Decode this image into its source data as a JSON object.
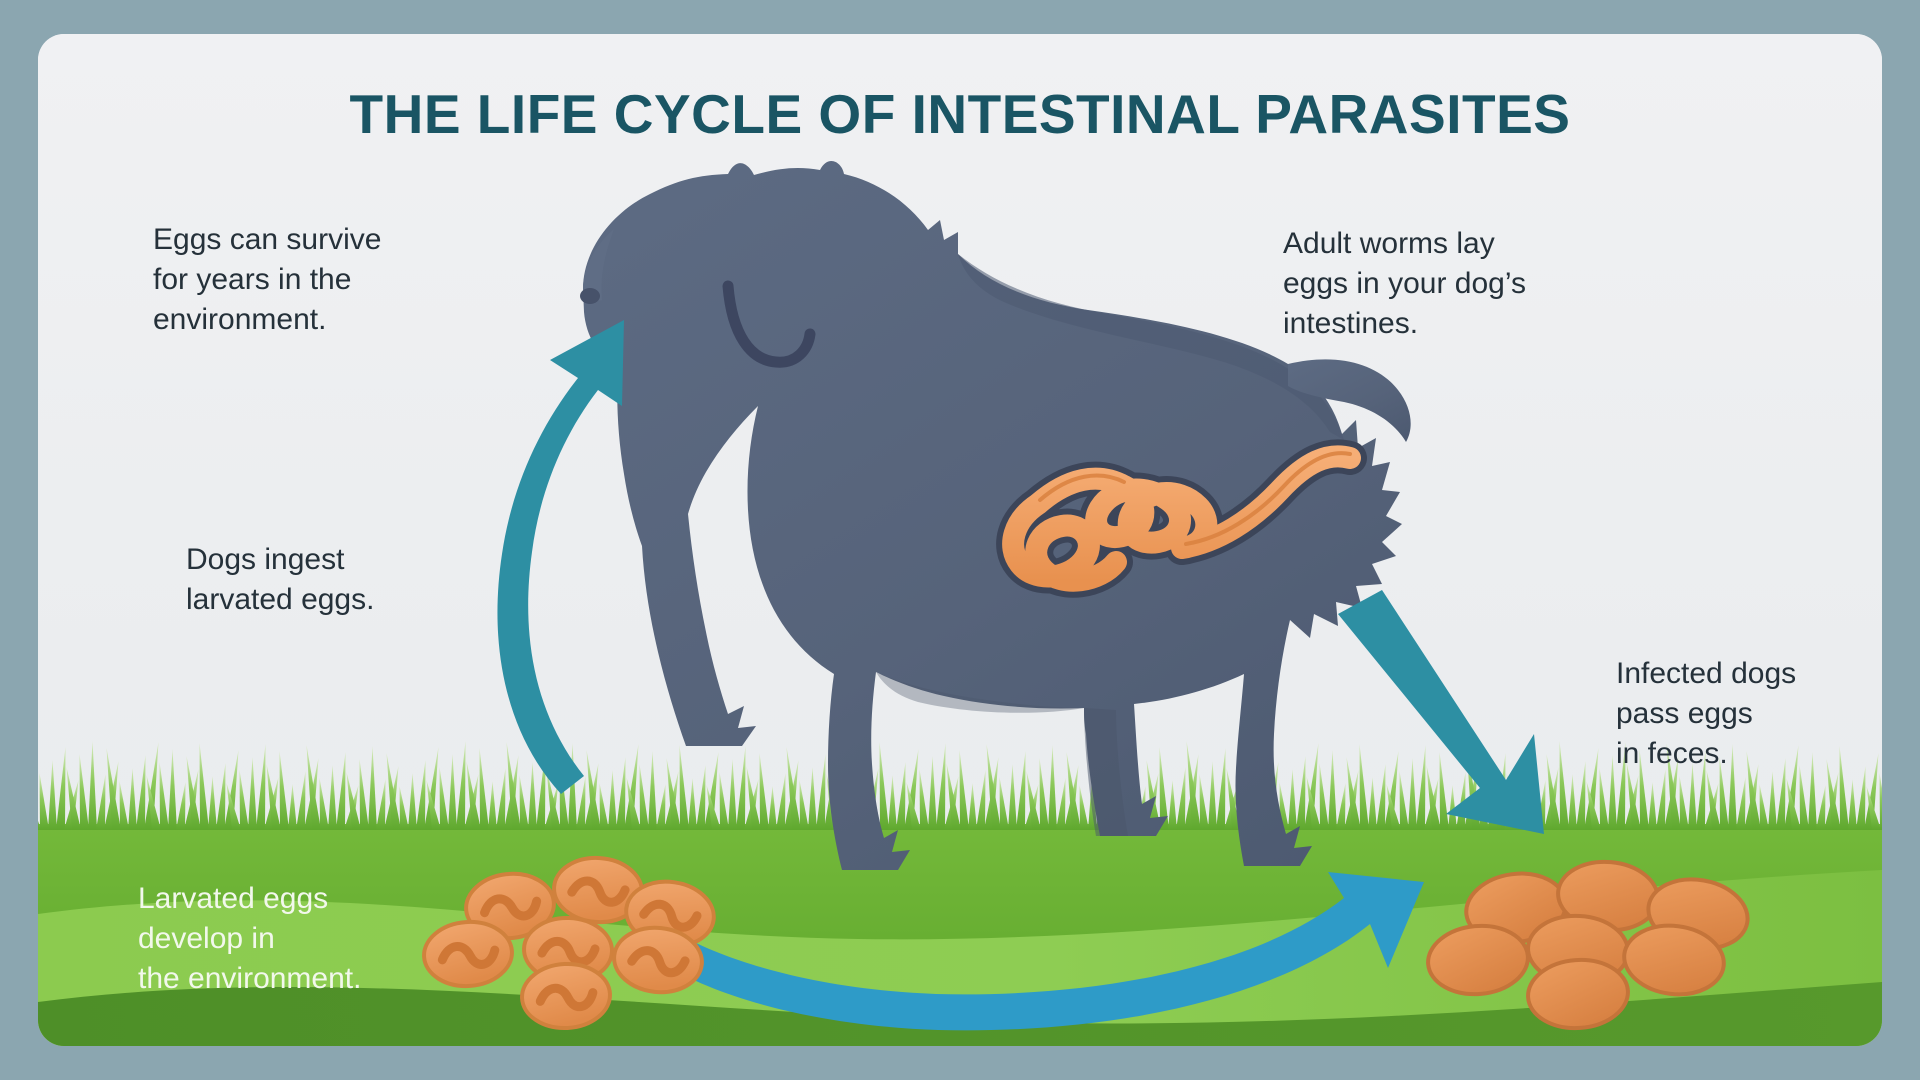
{
  "title": "THE LIFE CYCLE OF INTESTINAL PARASITES",
  "callouts": {
    "eggs_survive": "Eggs can survive\nfor years in the\nenvironment.",
    "dogs_ingest": "Dogs ingest\nlarvated eggs.",
    "adult_worms": "Adult worms lay\neggs in your dog’s\nintestines.",
    "infected_dogs": "Infected dogs\npass eggs\nin feces.",
    "larvated_eggs": "Larvated eggs\ndevelop in\nthe environment."
  },
  "colors": {
    "page_background": "#8ba6b0",
    "card_background": "#eeeff1",
    "title_text": "#1a5564",
    "body_text": "#25313a",
    "grass_text": "#f2f8ec",
    "arrow_teal": "#2d8fa3",
    "arrow_blue": "#2e9bc8",
    "dog_body": "#56637a",
    "dog_shadow": "#47536a",
    "intestine_orange": "#ef9f63",
    "intestine_outline": "#d9813f",
    "grass_green": "#6cb434",
    "grass_dark": "#4e8f28",
    "feces_orange": "#e99050"
  },
  "figure": {
    "animal": "dog",
    "organ": "intestines-with-worms",
    "egg_cluster_count": 7,
    "feces_cluster_count": 7,
    "arrows": [
      {
        "name": "ingest-arrow",
        "direction": "up-curved",
        "color": "#2d8fa3"
      },
      {
        "name": "shed-arrow",
        "direction": "down-right",
        "color": "#2d8fa3"
      },
      {
        "name": "develop-arrow",
        "direction": "left-curved",
        "color": "#2e9bc8"
      }
    ]
  }
}
